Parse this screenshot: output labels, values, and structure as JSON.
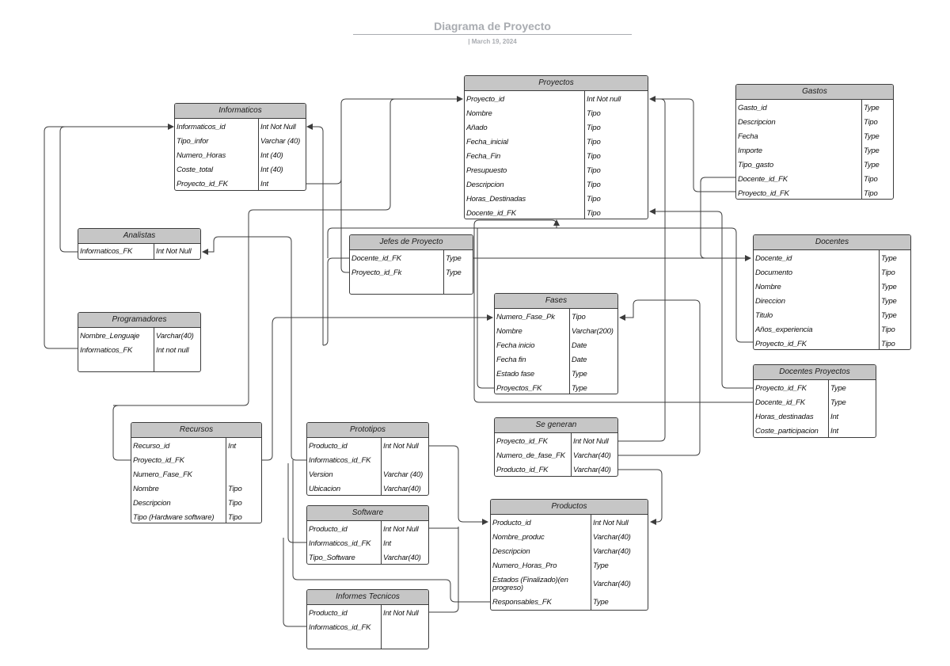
{
  "title": "Diagrama de Proyecto",
  "date": "|   March 19, 2024",
  "colors": {
    "header": "#c6c6c6",
    "border": "#3c3c3c",
    "line": "#3c3c3c",
    "title": "#a9acb1"
  },
  "entities": [
    {
      "id": "proyectos",
      "name": "Proyectos",
      "rows": [
        [
          "Proyecto_id",
          "Int Not null"
        ],
        [
          "Nombre",
          "Tipo"
        ],
        [
          "Añado",
          "Tipo"
        ],
        [
          "Fecha_inicial",
          "Tipo"
        ],
        [
          "Fecha_Fin",
          "Tipo"
        ],
        [
          "Presupuesto",
          "Tipo"
        ],
        [
          "Descripcion",
          "Tipo"
        ],
        [
          "Horas_Destinadas",
          "Tipo"
        ],
        [
          "Docente_id_FK",
          "Tipo"
        ]
      ]
    },
    {
      "id": "informaticos",
      "name": "Informaticos",
      "rows": [
        [
          "Informaticos_id",
          "Int Not Null"
        ],
        [
          "Tipo_infor",
          "Varchar (40)"
        ],
        [
          "Numero_Horas",
          "Int (40)"
        ],
        [
          "Coste_total",
          "Int (40)"
        ],
        [
          "Proyecto_id_FK",
          "Int"
        ]
      ]
    },
    {
      "id": "gastos",
      "name": "Gastos",
      "rows": [
        [
          "Gasto_id",
          "Type"
        ],
        [
          "Descripcion",
          "Tipo"
        ],
        [
          "Fecha",
          "Type"
        ],
        [
          "Importe",
          "Type"
        ],
        [
          "Tipo_gasto",
          "Type"
        ],
        [
          "Docente_id_FK",
          "Tipo"
        ],
        [
          "Proyecto_id_FK",
          "Tipo"
        ]
      ]
    },
    {
      "id": "analistas",
      "name": "Analistas",
      "rows": [
        [
          "Informaticos_FK",
          "Int Not Null"
        ]
      ]
    },
    {
      "id": "jefes",
      "name": "Jefes de Proyecto",
      "rows": [
        [
          "Docente_id_FK",
          "Type"
        ],
        [
          "Proyecto_id_Fk",
          "Type"
        ],
        [
          "",
          ""
        ]
      ]
    },
    {
      "id": "docentes",
      "name": "Docentes",
      "rows": [
        [
          "Docente_id",
          "Type"
        ],
        [
          "Documento",
          "Tipo"
        ],
        [
          "Nombre",
          "Type"
        ],
        [
          "Direccion",
          "Type"
        ],
        [
          "Titulo",
          "Type"
        ],
        [
          "Años_experiencia",
          "Tipo"
        ],
        [
          "Proyecto_id_FK",
          "Tipo"
        ]
      ]
    },
    {
      "id": "fases",
      "name": "Fases",
      "rows": [
        [
          "Numero_Fase_Pk",
          "Tipo"
        ],
        [
          "Nombre",
          "Varchar(200)"
        ],
        [
          "Fecha inicio",
          "Date"
        ],
        [
          "Fecha fin",
          "Date"
        ],
        [
          "Estado fase",
          "Type"
        ],
        [
          "Proyectos_FK",
          "Type"
        ]
      ]
    },
    {
      "id": "programadores",
      "name": "Programadores",
      "rows": [
        [
          "Nombre_Lenguaje",
          "Varchar(40)"
        ],
        [
          "Informaticos_FK",
          "Int not null"
        ],
        [
          "",
          ""
        ]
      ]
    },
    {
      "id": "docproy",
      "name": "Docentes Proyectos",
      "rows": [
        [
          "Proyecto_id_FK",
          "Type"
        ],
        [
          "Docente_id_FK",
          "Type"
        ],
        [
          "Horas_destinadas",
          "Int"
        ],
        [
          "Coste_participacion",
          "Int"
        ]
      ]
    },
    {
      "id": "recursos",
      "name": "Recursos",
      "rows": [
        [
          "Recurso_id",
          "Int"
        ],
        [
          "Proyecto_id_FK",
          ""
        ],
        [
          "Numero_Fase_FK",
          ""
        ],
        [
          "Nombre",
          "Tipo"
        ],
        [
          "Descripcion",
          "Tipo"
        ],
        [
          "Tipo (Hardware software)",
          "Tipo"
        ]
      ]
    },
    {
      "id": "prototipos",
      "name": "Prototipos",
      "rows": [
        [
          "Producto_id",
          "Int Not Null"
        ],
        [
          "Informaticos_id_FK",
          ""
        ],
        [
          "Version",
          "Varchar (40)"
        ],
        [
          "Ubicacion",
          "Varchar(40)"
        ]
      ]
    },
    {
      "id": "segeneran",
      "name": "Se generan",
      "rows": [
        [
          "Proyecto_id_FK",
          "Int Not Null"
        ],
        [
          "Numero_de_fase_FK",
          "Varchar(40)"
        ],
        [
          "Producto_id_FK",
          "Varchar(40)"
        ]
      ]
    },
    {
      "id": "software",
      "name": "Software",
      "rows": [
        [
          "Producto_id",
          "Int Not Null"
        ],
        [
          "Informaticos_id_FK",
          "Int"
        ],
        [
          "Tipo_Software",
          "Varchar(40)"
        ]
      ]
    },
    {
      "id": "productos",
      "name": "Productos",
      "rows": [
        [
          "Producto_id",
          "Int Not Null"
        ],
        [
          "Nombre_produc",
          "Varchar(40)"
        ],
        [
          "Descripcion",
          "Varchar(40)"
        ],
        [
          "Numero_Horas_Pro",
          "Type"
        ],
        [
          "Estados (Finalizado)(en progreso)",
          "Varchar(40)"
        ],
        [
          "Responsables_FK",
          "Type"
        ]
      ]
    },
    {
      "id": "informes",
      "name": "Informes Tecnicos",
      "rows": [
        [
          "Producto_id",
          "Int Not Null"
        ],
        [
          "Informaticos_id_FK",
          ""
        ],
        [
          "",
          ""
        ]
      ]
    }
  ]
}
